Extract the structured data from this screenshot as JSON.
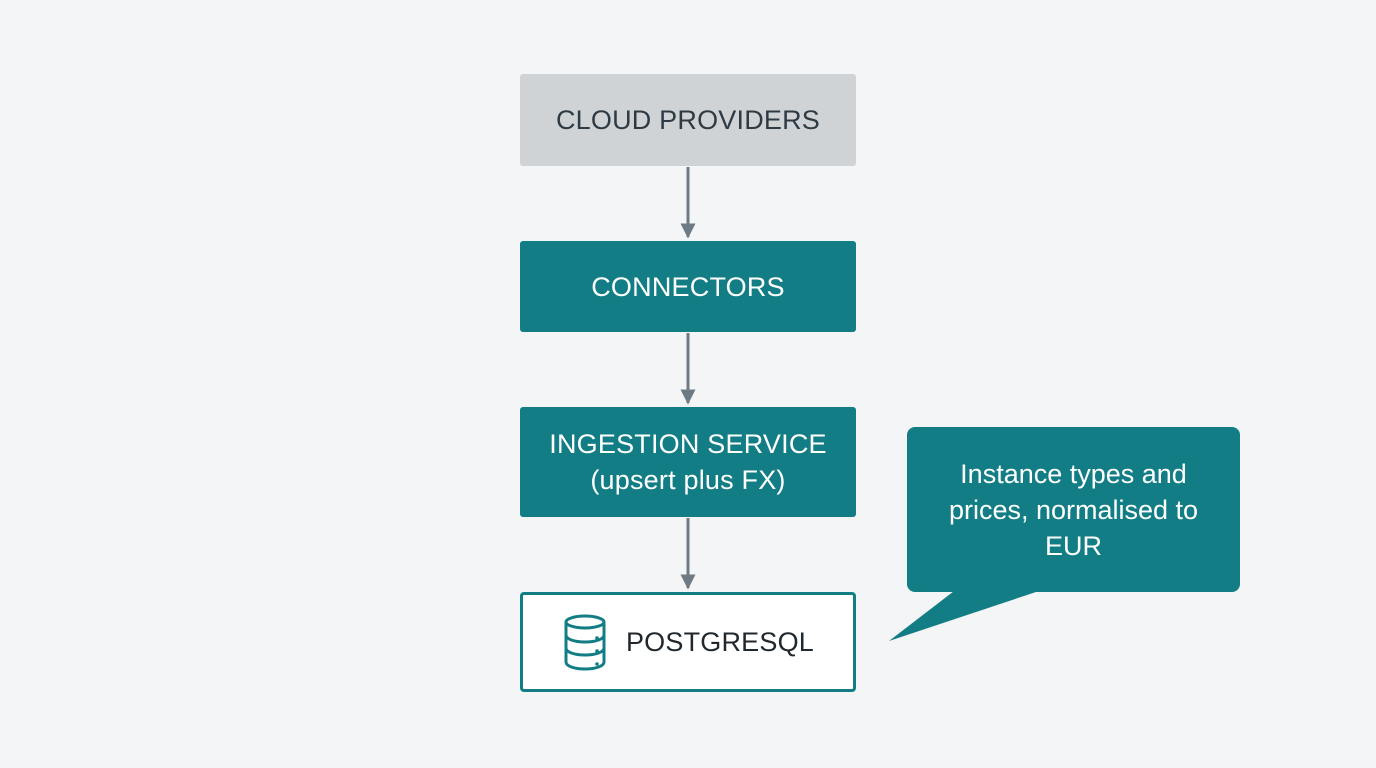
{
  "nodes": {
    "cloud_providers": {
      "label": "CLOUD PROVIDERS"
    },
    "connectors": {
      "label": "CONNECTORS"
    },
    "ingestion_service": {
      "line1": "INGESTION SERVICE",
      "line2": "(upsert plus FX)"
    },
    "postgresql": {
      "label": "POSTGRESQL",
      "icon": "database-icon"
    }
  },
  "callout": {
    "text": "Instance types and prices, normalised to EUR"
  },
  "colors": {
    "background": "#f3f5f7",
    "teal": "#137d86",
    "grey_box": "#cfd3d6",
    "arrow": "#6f7b84"
  }
}
